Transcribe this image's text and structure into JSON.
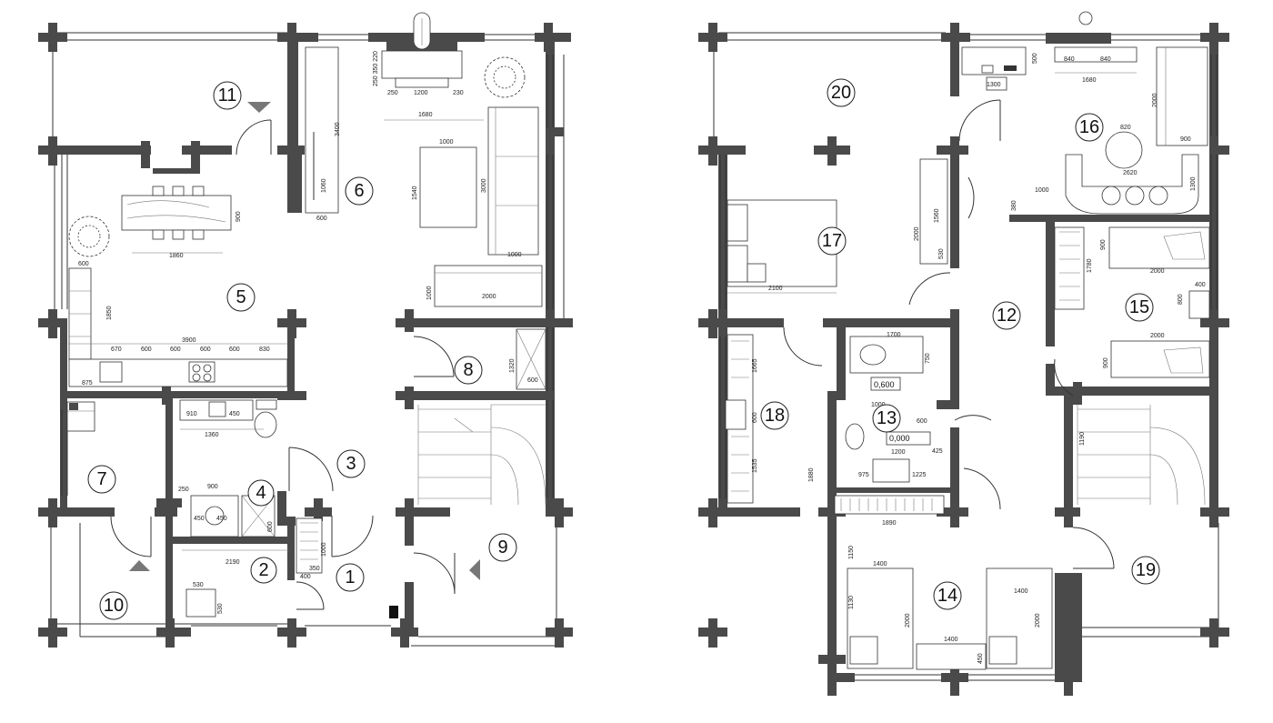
{
  "floor1": {
    "rooms": [
      {
        "id": "11",
        "label": "11"
      },
      {
        "id": "6",
        "label": "6"
      },
      {
        "id": "5",
        "label": "5"
      },
      {
        "id": "8",
        "label": "8"
      },
      {
        "id": "3",
        "label": "3"
      },
      {
        "id": "7",
        "label": "7"
      },
      {
        "id": "4",
        "label": "4"
      },
      {
        "id": "2",
        "label": "2"
      },
      {
        "id": "1",
        "label": "1"
      },
      {
        "id": "9",
        "label": "9"
      },
      {
        "id": "10",
        "label": "10"
      }
    ],
    "dims": {
      "fireplace_top": "250 350 220",
      "fireplace_w": "1200",
      "fireplace_l": "250",
      "fireplace_r": "230",
      "d1680": "1680",
      "d1000a": "1000",
      "d3400": "3400",
      "d1060": "1060",
      "d600a": "600",
      "d1540": "1540",
      "d3000": "3000",
      "d1000b": "1000",
      "d1000c": "1000",
      "d2000": "2000",
      "d1860": "1860",
      "d900a": "900",
      "d3900": "3900",
      "d600b": "600",
      "d670": "670",
      "d600c": "600",
      "d600d": "600",
      "d600e": "600",
      "d600f": "600",
      "d830": "830",
      "d875": "875",
      "d1850": "1850",
      "d910": "910",
      "d450a": "450",
      "d1360": "1360",
      "d1320": "1320",
      "d600g": "600",
      "d900b": "900",
      "d250": "250",
      "d450b": "450",
      "d450c": "450",
      "d600h": "600",
      "d2190": "2190",
      "d350": "350",
      "d1000d": "1000",
      "d400": "400",
      "d530a": "530",
      "d530b": "530"
    }
  },
  "floor2": {
    "rooms": [
      {
        "id": "20",
        "label": "20"
      },
      {
        "id": "16",
        "label": "16"
      },
      {
        "id": "17",
        "label": "17"
      },
      {
        "id": "12",
        "label": "12"
      },
      {
        "id": "15",
        "label": "15"
      },
      {
        "id": "18",
        "label": "18"
      },
      {
        "id": "13",
        "label": "13"
      },
      {
        "id": "14",
        "label": "14"
      },
      {
        "id": "19",
        "label": "19"
      }
    ],
    "levels": {
      "bath_upper": "0,600",
      "bath_lower": "0,000"
    },
    "dims": {
      "d840a": "840",
      "d840b": "840",
      "d1680": "1680",
      "d500": "500",
      "d1300": "1300",
      "d2000a": "2000",
      "d820": "820",
      "d900a": "900",
      "d2620": "2620",
      "d1300b": "1300",
      "d1000": "1000",
      "d380": "380",
      "d2100": "2100",
      "d1560": "1560",
      "d2000b": "2000",
      "d530": "530",
      "d1700": "1700",
      "d750": "750",
      "d2000c": "2000",
      "d1780": "1780",
      "d2000d": "2000",
      "d800": "800",
      "d400": "400",
      "d2000e": "2000",
      "d900b": "900",
      "d1665": "1665",
      "d600": "600",
      "d1535": "1535",
      "d1880": "1880",
      "d1000b": "1000",
      "d600b": "600",
      "d1200": "1200",
      "d425": "425",
      "d975": "975",
      "d1225": "1225",
      "d1890": "1890",
      "d1190": "1190",
      "d1150": "1150",
      "d1400a": "1400",
      "d2000f": "2000",
      "d1400b": "1400",
      "d2000g": "2000",
      "d1400c": "1400",
      "d450": "450",
      "d1130": "1130"
    }
  }
}
